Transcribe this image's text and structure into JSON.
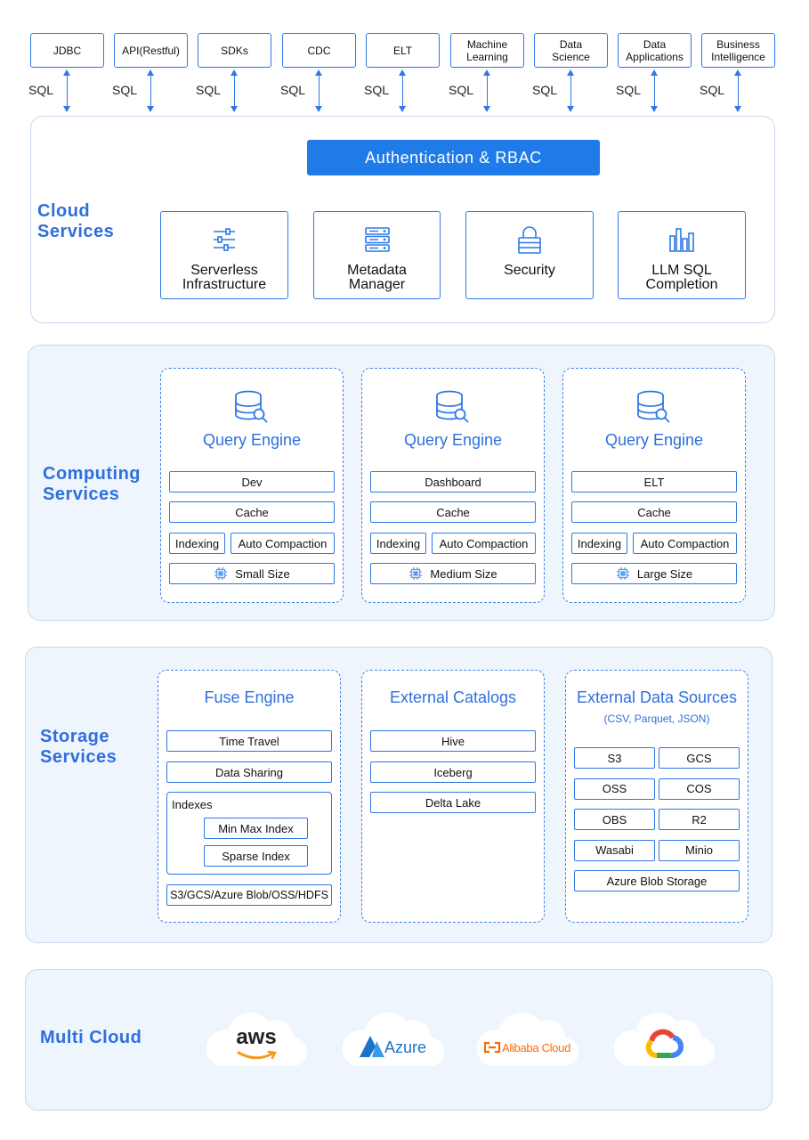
{
  "clients": [
    {
      "label": "JDBC",
      "conn": "SQL"
    },
    {
      "label": "API(Restful)",
      "conn": "SQL"
    },
    {
      "label": "SDKs",
      "conn": "SQL"
    },
    {
      "label": "CDC",
      "conn": "SQL"
    },
    {
      "label": "ELT",
      "conn": "SQL"
    },
    {
      "label": "Machine\nLearning",
      "conn": "SQL"
    },
    {
      "label": "Data\nScience",
      "conn": "SQL"
    },
    {
      "label": "Data\nApplications",
      "conn": "SQL"
    },
    {
      "label": "Business\nIntelligence",
      "conn": "SQL"
    }
  ],
  "cloud_services": {
    "title": "Cloud\nServices",
    "auth": "Authentication & RBAC",
    "boxes": [
      {
        "label": "Serverless\nInfrastructure",
        "icon": "sliders-icon"
      },
      {
        "label": "Metadata\nManager",
        "icon": "server-icon"
      },
      {
        "label": "Security",
        "icon": "lock-icon"
      },
      {
        "label": "LLM SQL\nCompletion",
        "icon": "bar-chart-icon"
      }
    ]
  },
  "computing_services": {
    "title": "Computing\nServices",
    "engines": [
      {
        "title": "Query Engine",
        "workload": "Dev",
        "cache": "Cache",
        "indexing": "Indexing",
        "compaction": "Auto Compaction",
        "size": "Small Size"
      },
      {
        "title": "Query Engine",
        "workload": "Dashboard",
        "cache": "Cache",
        "indexing": "Indexing",
        "compaction": "Auto Compaction",
        "size": "Medium Size"
      },
      {
        "title": "Query Engine",
        "workload": "ELT",
        "cache": "Cache",
        "indexing": "Indexing",
        "compaction": "Auto Compaction",
        "size": "Large Size"
      }
    ]
  },
  "storage_services": {
    "title": "Storage\nServices",
    "fuse": {
      "title": "Fuse Engine",
      "time_travel": "Time Travel",
      "data_sharing": "Data Sharing",
      "indexes_label": "Indexes",
      "min_max": "Min Max Index",
      "sparse": "Sparse Index",
      "backends": "S3/GCS/Azure Blob/OSS/HDFS"
    },
    "catalogs": {
      "title": "External Catalogs",
      "items": [
        "Hive",
        "Iceberg",
        "Delta Lake"
      ]
    },
    "sources": {
      "title": "External Data Sources",
      "subtitle": "(CSV, Parquet, JSON)",
      "items": [
        "S3",
        "GCS",
        "OSS",
        "COS",
        "OBS",
        "R2",
        "Wasabi",
        "Minio"
      ],
      "wide": "Azure Blob Storage"
    }
  },
  "multi_cloud": {
    "title": "Multi Cloud",
    "providers": [
      {
        "label": "aws",
        "icon": "aws-logo"
      },
      {
        "label": "Azure",
        "icon": "azure-logo"
      },
      {
        "label": "Alibaba Cloud",
        "icon": "alibaba-cloud-logo"
      },
      {
        "label": "",
        "icon": "google-cloud-logo"
      }
    ]
  },
  "colors": {
    "accent": "#1f7be8",
    "border": "#2f78e6",
    "panel_tint": "#eef5fd",
    "title_blue": "#2f6fdc"
  }
}
